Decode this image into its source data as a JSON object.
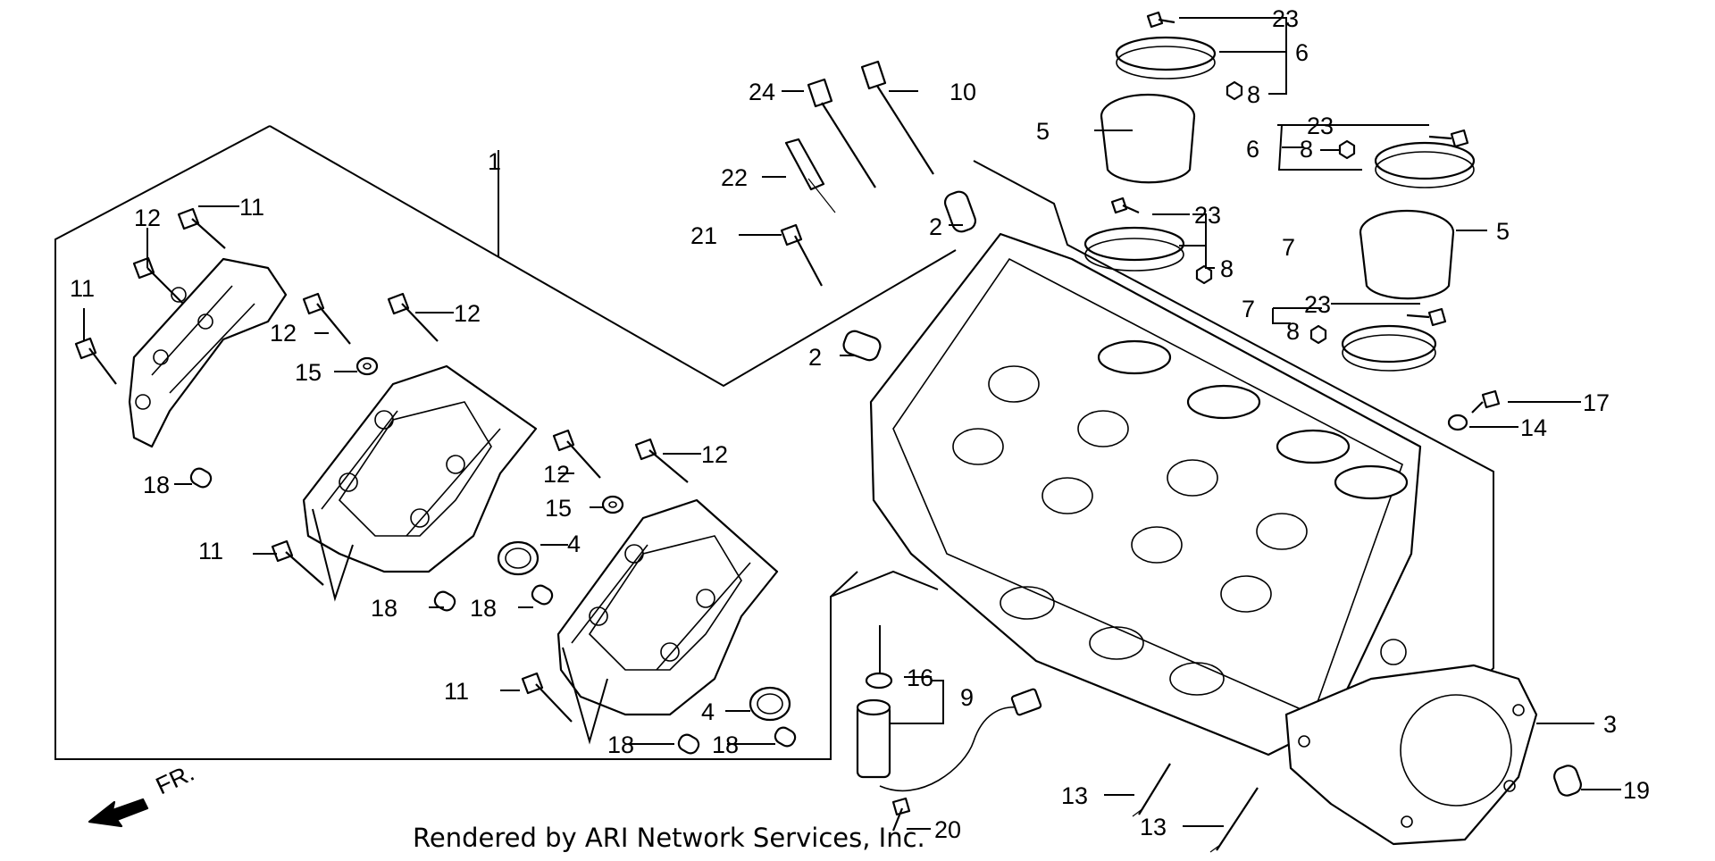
{
  "diagram": {
    "footer": "Rendered by ARI Network Services, Inc.",
    "front_marker": "FR.",
    "callouts": {
      "c1": "1",
      "c2a": "2",
      "c2b": "2",
      "c3": "3",
      "c4a": "4",
      "c4b": "4",
      "c5a": "5",
      "c5b": "5",
      "c6a": "6",
      "c6b": "6",
      "c7a": "7",
      "c7b": "7",
      "c8a": "8",
      "c8b": "8",
      "c8c": "8",
      "c8d": "8",
      "c9": "9",
      "c10": "10",
      "c11a": "11",
      "c11b": "11",
      "c11c": "11",
      "c11d": "11",
      "c12a": "12",
      "c12b": "12",
      "c12c": "12",
      "c12d": "12",
      "c12e": "12",
      "c13a": "13",
      "c13b": "13",
      "c14": "14",
      "c15a": "15",
      "c15b": "15",
      "c16": "16",
      "c17": "17",
      "c18a": "18",
      "c18b": "18",
      "c18c": "18",
      "c18d": "18",
      "c18e": "18",
      "c19": "19",
      "c20": "20",
      "c21": "21",
      "c22": "22",
      "c23a": "23",
      "c23b": "23",
      "c23c": "23",
      "c23d": "23",
      "c24": "24"
    }
  }
}
